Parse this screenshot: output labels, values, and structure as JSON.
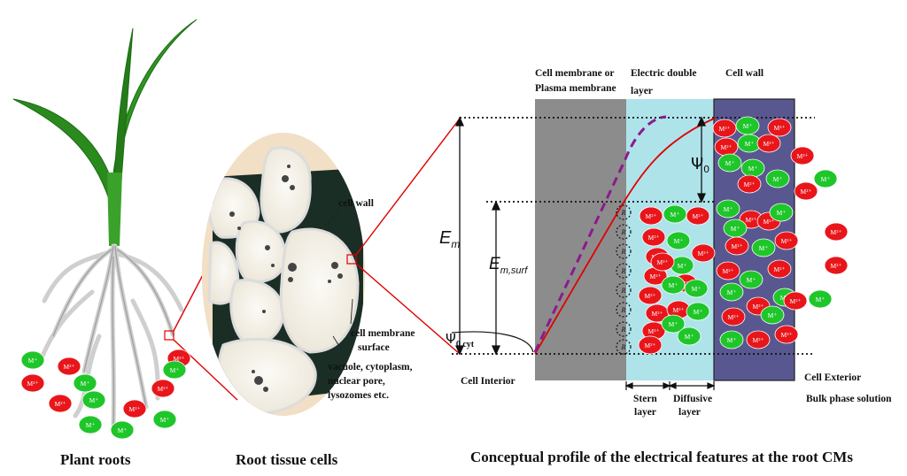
{
  "captions": {
    "roots": "Plant roots",
    "cells": "Root tissue cells",
    "profile": "Conceptual profile of the electrical features at the root CMs"
  },
  "cell_labels": {
    "cell_wall": "cell wall",
    "cm_surface_1": "cell  membrane",
    "cm_surface_2": "surface",
    "contents_1": "vacuole, cytoplasm,",
    "contents_2": "nuclear pore,",
    "contents_3": "lysozomes etc."
  },
  "profile_labels": {
    "membrane_1": "Cell membrane or",
    "membrane_2": "Plasma membrane",
    "edl_1": "Electric  double",
    "edl_2": "layer",
    "wall": "Cell wall",
    "interior": "Cell  Interior",
    "exterior": "Cell  Exterior",
    "bulk": "Bulk phase solution",
    "stern_1": "Stern",
    "stern_2": "layer",
    "diffusive_1": "Diffusive",
    "diffusive_2": "layer",
    "em_main": "E",
    "em_sub": "m",
    "emsurf_main": "E",
    "emsurf_sub": "m,surf",
    "psi0_main": "Ψ",
    "psi0_sub": "0",
    "psicyt_main": "Ψ",
    "psicyt_sub": "0,cyt",
    "r_symbol": "R"
  },
  "ions": {
    "divalent": "M²⁺",
    "monovalent": "M⁺",
    "colors": {
      "divalent": "#e8161b",
      "monovalent": "#1fc62a"
    }
  },
  "colors": {
    "membrane": "#8c8c8c",
    "edl": "#aee3ea",
    "wall": "#59578f",
    "leaf": "#2a8a1e",
    "curve_solid": "#e00000",
    "curve_dashed": "#8c1a8c",
    "connector": "#e00000"
  }
}
